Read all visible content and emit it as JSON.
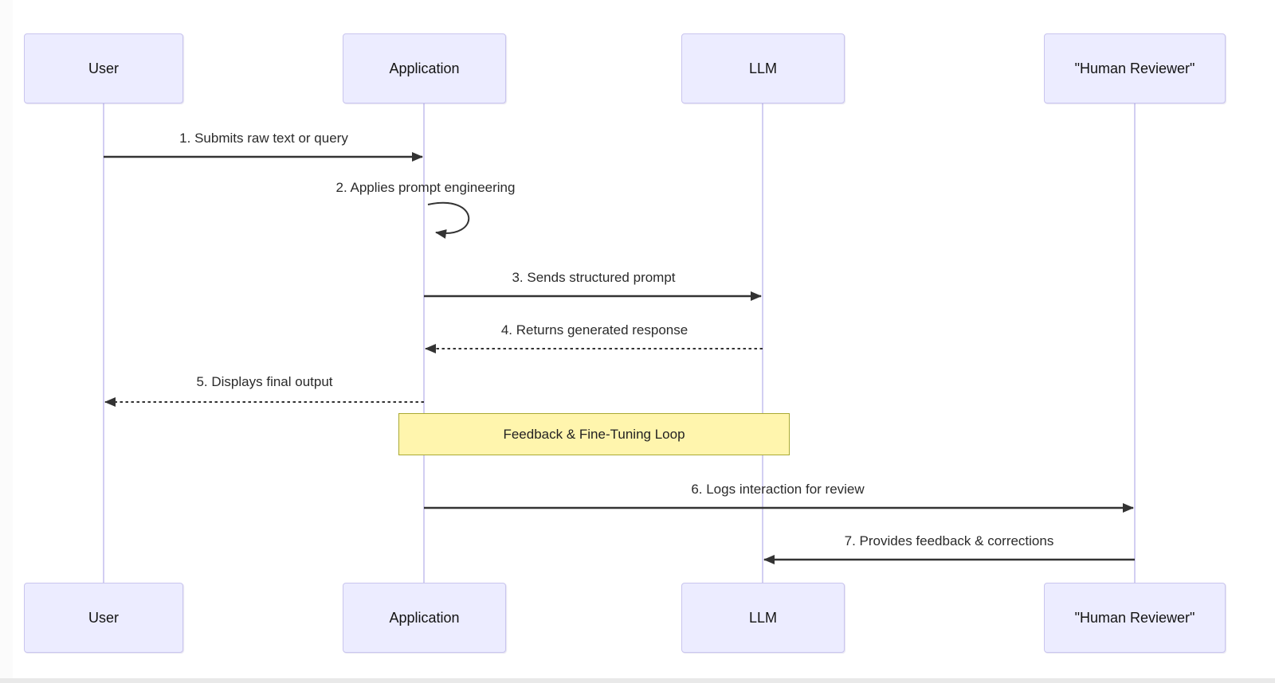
{
  "diagram": {
    "type": "sequence-diagram",
    "actors": [
      {
        "name": "User"
      },
      {
        "name": "Application"
      },
      {
        "name": "LLM"
      },
      {
        "name": "\"Human Reviewer\""
      }
    ],
    "messages": [
      {
        "label": "1. Submits raw text or query",
        "from": "User",
        "to": "Application",
        "line": "solid"
      },
      {
        "label": "2. Applies prompt engineering",
        "from": "Application",
        "to": "Application",
        "line": "self-loop"
      },
      {
        "label": "3. Sends structured prompt",
        "from": "Application",
        "to": "LLM",
        "line": "solid"
      },
      {
        "label": "4. Returns generated response",
        "from": "LLM",
        "to": "Application",
        "line": "dashed"
      },
      {
        "label": "5. Displays final output",
        "from": "Application",
        "to": "User",
        "line": "dashed"
      },
      {
        "label": "6. Logs interaction for review",
        "from": "Application",
        "to": "\"Human Reviewer\"",
        "line": "solid"
      },
      {
        "label": "7. Provides feedback & corrections",
        "from": "\"Human Reviewer\"",
        "to": "LLM",
        "line": "solid"
      }
    ],
    "note": {
      "label": "Feedback & Fine-Tuning Loop",
      "over": [
        "Application",
        "LLM"
      ]
    },
    "colors": {
      "actor_fill": "#ECECFF",
      "actor_border": "#c9c5ee",
      "lifeline": "#d2cef2",
      "arrow": "#333333",
      "note_fill": "#FFF5AD",
      "note_border": "#AAAA33",
      "text": "#2b2b2b"
    }
  }
}
